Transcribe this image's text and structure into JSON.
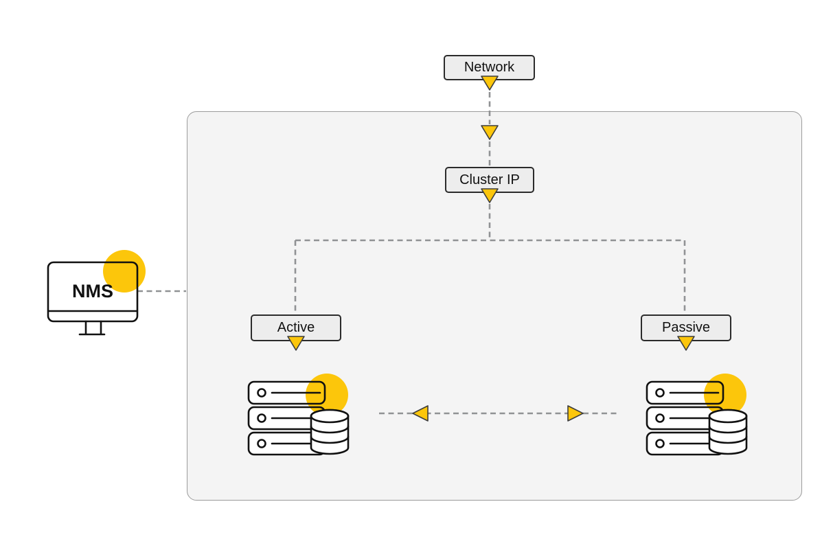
{
  "nodes": {
    "network": {
      "label": "Network"
    },
    "cluster_ip": {
      "label": "Cluster IP"
    },
    "active": {
      "label": "Active"
    },
    "passive": {
      "label": "Passive"
    },
    "nms": {
      "label": "NMS"
    }
  },
  "edges": [
    {
      "from": "Network",
      "to": "Cluster IP",
      "style": "dashed",
      "arrow": "down"
    },
    {
      "from": "Cluster IP",
      "to": "Active",
      "style": "dashed",
      "arrow": "down"
    },
    {
      "from": "Cluster IP",
      "to": "Passive",
      "style": "dashed",
      "arrow": "down"
    },
    {
      "from": "NMS",
      "to": "cluster-boundary",
      "style": "dashed",
      "arrow": "none"
    },
    {
      "from": "Active server",
      "to": "Passive server",
      "style": "dashed",
      "arrow": "both"
    }
  ],
  "icons": [
    "monitor-icon",
    "server-stack-icon",
    "database-icon",
    "highlight-circle",
    "arrowhead-triangle"
  ],
  "colors": {
    "accent_yellow": "#FCC60B",
    "dash_gray": "#909294",
    "container_fill": "#F4F4F4",
    "container_border": "#9B9B9B",
    "label_box_fill": "#EDEDED",
    "label_box_border": "#2B2B2B",
    "line_art": "#111111"
  }
}
